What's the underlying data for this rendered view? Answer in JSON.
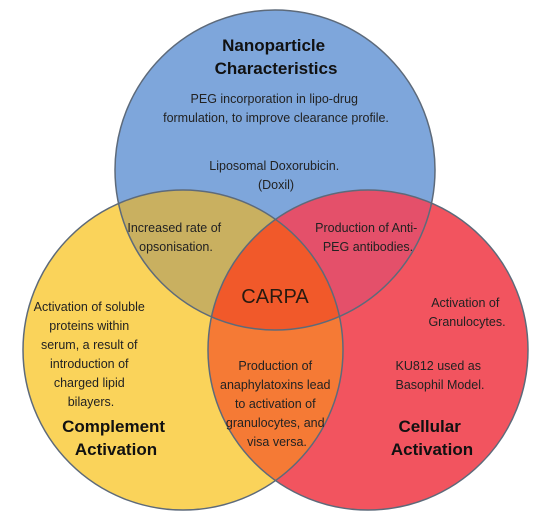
{
  "colors": {
    "nanoparticle": "#7EA6DB",
    "complement": "#FAD35A",
    "cellular": "#F2545F",
    "center": "#F1592A",
    "stroke": "#5d6a7a"
  },
  "circles": {
    "nanoparticle": {
      "title": [
        "Nanoparticle",
        "Characteristics"
      ],
      "text1": [
        "PEG incorporation in lipo-drug",
        "formulation, to improve clearance profile."
      ],
      "text2": [
        "Liposomal Doxorubicin.",
        "(Doxil)"
      ]
    },
    "complement": {
      "text": [
        "Activation of soluble",
        "proteins within",
        "serum, a result of",
        "introduction of",
        "charged lipid",
        "bilayers."
      ],
      "title": [
        "Complement",
        "Activation"
      ]
    },
    "cellular": {
      "text1": [
        "Activation of",
        "Granulocytes."
      ],
      "text2": [
        "KU812 used as",
        "Basophil Model."
      ],
      "title": [
        "Cellular",
        "Activation"
      ]
    }
  },
  "overlaps": {
    "nano_complement": [
      "Increased rate of",
      "opsonisation."
    ],
    "nano_cellular": [
      "Production of Anti-",
      "PEG antibodies."
    ],
    "complement_cellular": [
      "Production of",
      "anaphylatoxins lead",
      "to activation of",
      "granulocytes, and",
      "visa versa."
    ]
  },
  "center_label": "CARPA"
}
